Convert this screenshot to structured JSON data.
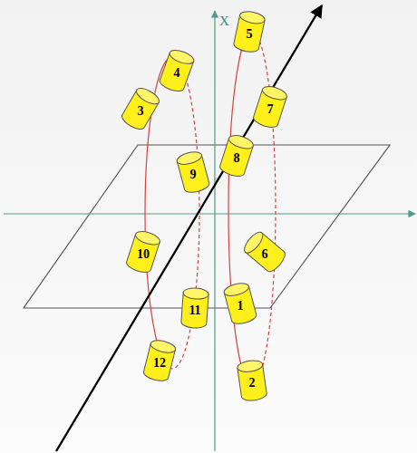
{
  "diagram": {
    "nodes": [
      {
        "text": [
          "1"
        ]
      },
      {
        "text": [
          "2"
        ]
      },
      {
        "text": [
          "3"
        ]
      },
      {
        "text": [
          "4"
        ]
      },
      {
        "text": [
          "5"
        ]
      },
      {
        "text": [
          "6"
        ]
      },
      {
        "text": [
          "7"
        ]
      },
      {
        "text": [
          "8"
        ]
      },
      {
        "text": [
          "9"
        ]
      },
      {
        "text": [
          "10"
        ]
      },
      {
        "text": [
          "11"
        ]
      },
      {
        "text": [
          "12"
        ]
      }
    ],
    "labels": [
      "X"
    ]
  }
}
